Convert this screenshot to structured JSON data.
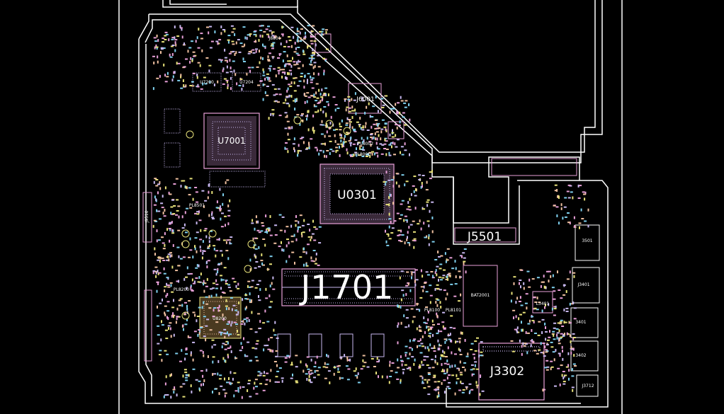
{
  "colors": {
    "background": "#000000",
    "outline": "#ffffff",
    "component_pink": "#e8a0d8",
    "component_cyan": "#7fd0ee",
    "component_yellow": "#e8e27a",
    "component_peach": "#f0c0a0",
    "component_lavender": "#c8b8f0"
  },
  "labels": {
    "j1701": "J1701",
    "u0301": "U0301",
    "j5501": "J5501",
    "j3302": "J3302",
    "u7001": "U7001",
    "j6001": "J6001",
    "bat2001": "BAT2001",
    "l3401": "L3401",
    "j3401": "J3401",
    "pl8501": "PL8501",
    "pl8200": "PL8200",
    "pl8100": "PL8100",
    "pl8101": "PL8101",
    "pl8002": "PL8002",
    "pl8000": "PL8000",
    "u8200": "U8200",
    "j9510": "J9510",
    "u7200": "U7200",
    "u7204": "U7204",
    "j8801": "J8801",
    "j3401b": "3401",
    "j3402": "3402",
    "j3501": "3501",
    "j3712": "J3712",
    "j6001b": "J6001"
  }
}
